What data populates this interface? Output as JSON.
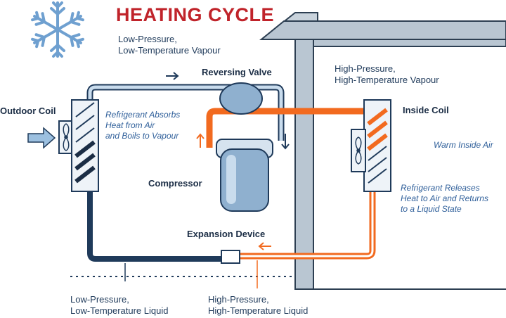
{
  "title": "HEATING CYCLE",
  "labels": {
    "low_pressure_vapour": [
      "Low-Pressure,",
      "Low-Temperature Vapour"
    ],
    "reversing_valve": "Reversing Valve",
    "high_pressure_vapour": [
      "High-Pressure,",
      "High-Temperature Vapour"
    ],
    "outdoor_coil": "Outdoor Coil",
    "absorbs_heat": [
      "Refrigerant Absorbs",
      "Heat from Air",
      "and Boils to Vapour"
    ],
    "inside_coil": "Inside Coil",
    "warm_inside_air": "Warm Inside Air",
    "compressor": "Compressor",
    "releases_heat": [
      "Refrigerant Releases",
      "Heat to Air and Returns",
      "to a Liquid State"
    ],
    "expansion_device": "Expansion Device",
    "low_pressure_liquid": [
      "Low-Pressure,",
      "Low-Temperature Liquid"
    ],
    "high_pressure_liquid": [
      "High-Pressure,",
      "High-Temperature Liquid"
    ]
  },
  "colors": {
    "cold_line": "#1f3a5a",
    "cold_line_light": "#c9dced",
    "hot_line": "#f26a1f",
    "house": "#2d3f52",
    "house_fill": "#b9c6d2",
    "title": "#c0232a",
    "snowflake": "#6fa0d0"
  },
  "icons": [
    "snowflake-icon",
    "fan-icon",
    "arrow-right-icon",
    "arrow-up-icon",
    "arrow-down-icon",
    "arrow-left-icon"
  ]
}
